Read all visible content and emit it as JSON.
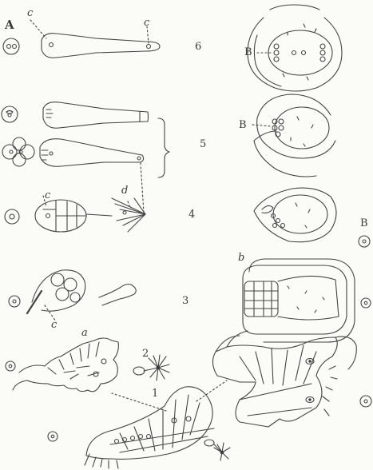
{
  "figure": {
    "section_labels": {
      "A": "A",
      "B": "B"
    },
    "stage_numbers": [
      "6",
      "5",
      "4",
      "3",
      "2",
      "1"
    ],
    "letters": {
      "c_top_left": "c",
      "c_top_right": "c",
      "B_top": "B",
      "B_mid": "B",
      "c_stage4": "c",
      "d_stage4": "d",
      "c_stage3": "c",
      "b_stage3": "b",
      "a_stage1": "a"
    }
  }
}
